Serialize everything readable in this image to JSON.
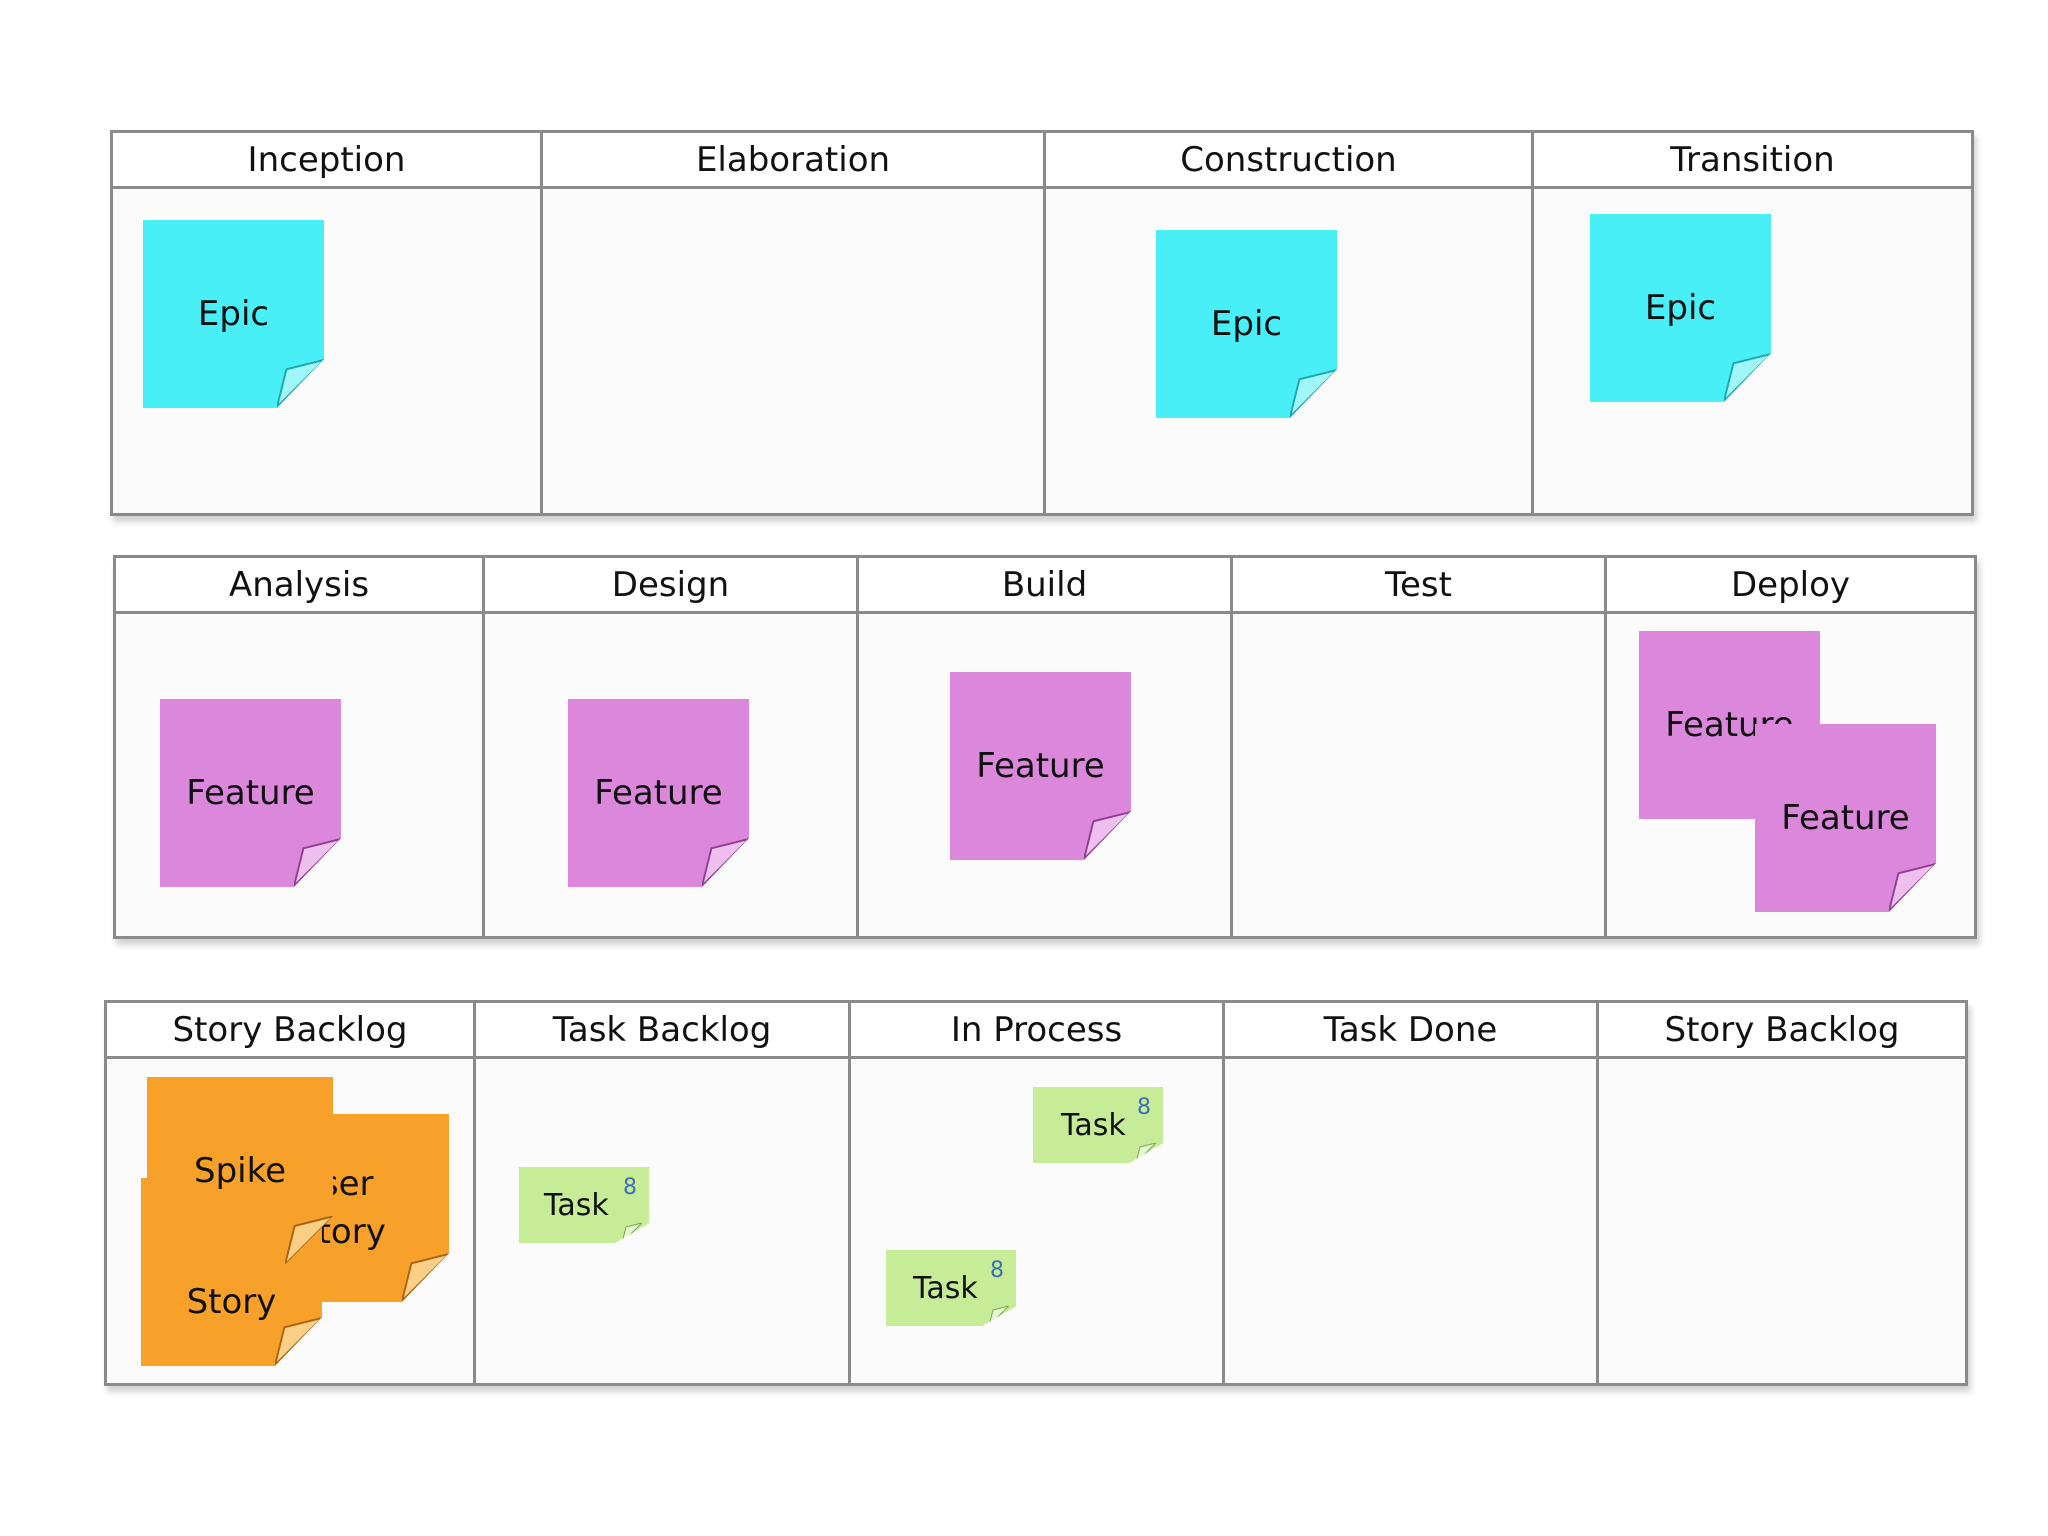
{
  "boards": [
    {
      "columns": [
        "Inception",
        "Elaboration",
        "Construction",
        "Transition"
      ],
      "notes": [
        "Epic",
        "Epic",
        "Epic"
      ]
    },
    {
      "columns": [
        "Analysis",
        "Design",
        "Build",
        "Test",
        "Deploy"
      ],
      "notes": [
        "Feature",
        "Feature",
        "Feature",
        "Feature",
        "Feature"
      ]
    },
    {
      "columns": [
        "Story Backlog",
        "Task Backlog",
        "In Process",
        "Task Done",
        "Story Backlog"
      ],
      "notes": {
        "user_story": "User\nStory",
        "spike": "Spike",
        "story": "Story",
        "tasks": [
          {
            "label": "Task",
            "estimate": "8"
          },
          {
            "label": "Task",
            "estimate": "8"
          },
          {
            "label": "Task",
            "estimate": "8"
          }
        ]
      }
    }
  ],
  "colors": {
    "epic": "#48eff6",
    "feature": "#da87dc",
    "story": "#f7a12a",
    "task": "#c6ec98",
    "estimate": "#3d6fb5"
  }
}
